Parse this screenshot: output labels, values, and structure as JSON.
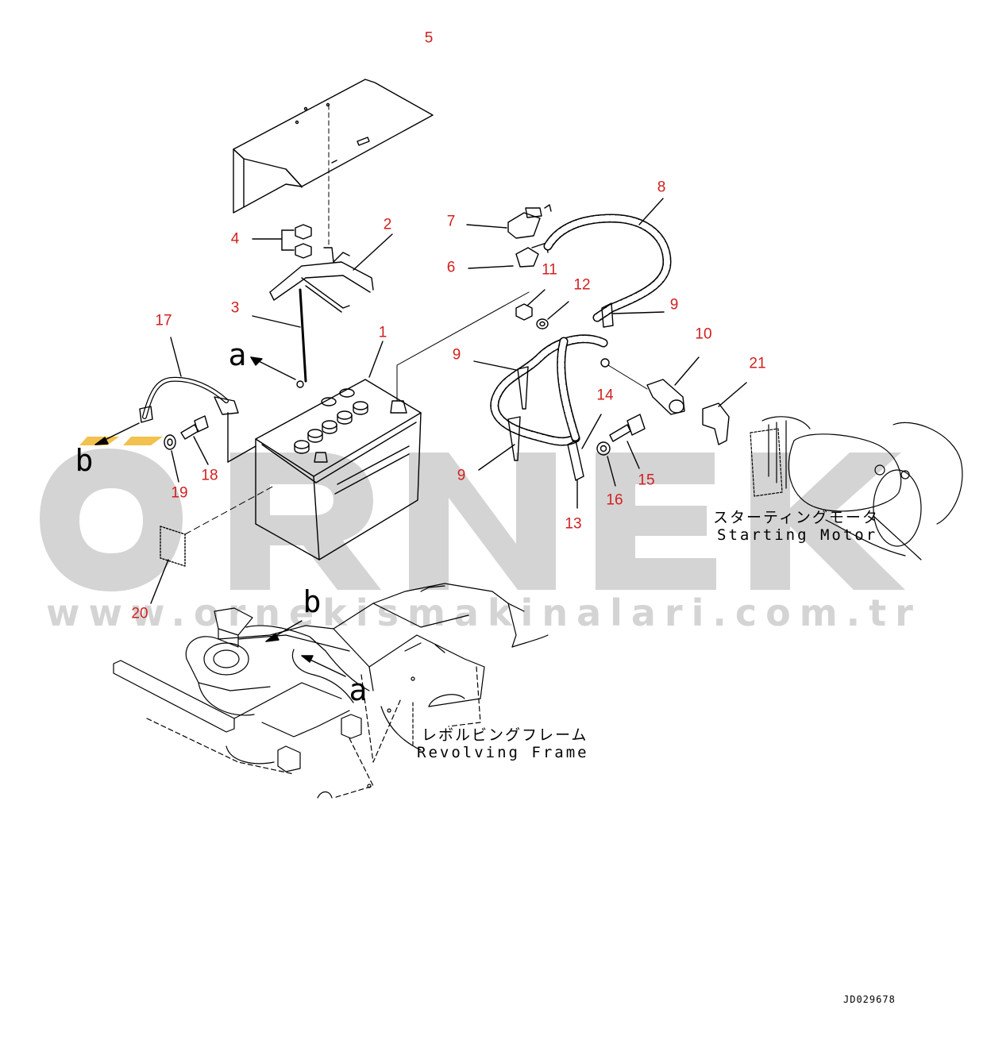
{
  "watermark": {
    "brand": "ÖRNEK",
    "url": "www.ornekismakinalari.com.tr"
  },
  "callouts": [
    "a",
    "b",
    "b",
    "a"
  ],
  "part_numbers": [
    "1",
    "2",
    "3",
    "4",
    "5",
    "6",
    "7",
    "8",
    "9",
    "9",
    "9",
    "10",
    "11",
    "12",
    "13",
    "14",
    "15",
    "16",
    "17",
    "18",
    "19",
    "20",
    "21"
  ],
  "labels": {
    "starting_motor_jp": "スターティングモータ",
    "starting_motor_en": "Starting Motor",
    "revolving_frame_jp": "レボルビングフレーム",
    "revolving_frame_en": "Revolving Frame"
  },
  "drawing_code": "JD029678",
  "colors": {
    "part_number": "#d21f1f",
    "line_art": "#000000",
    "watermark": "#d4d4d4",
    "watermark_accent": "#f2c14e"
  }
}
